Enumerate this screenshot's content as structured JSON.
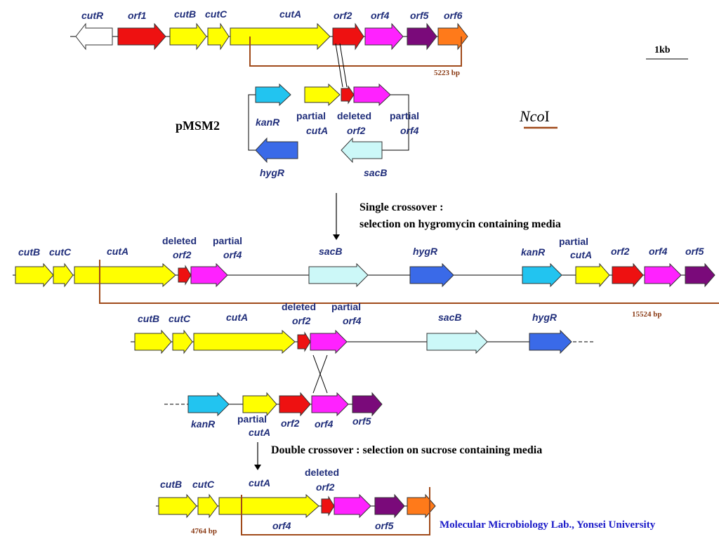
{
  "colors": {
    "cutR": "#ffffff",
    "orf1": "#ee1111",
    "yellow": "#ffff00",
    "orf2": "#ee1111",
    "orf4": "#ff22ff",
    "orf5": "#7a0a7a",
    "orf6": "#ff7a1a",
    "kanR": "#22c4f0",
    "sacB": "#ccf8f8",
    "hygR": "#3a6ae8",
    "bracket": "#a04a1a",
    "label": "#1f2d7a"
  },
  "labels": {
    "cutR": "cutR",
    "orf1": "orf1",
    "cutB": "cutB",
    "cutC": "cutC",
    "cutA": "cutA",
    "orf2": "orf2",
    "orf4": "orf4",
    "orf5": "orf5",
    "orf6": "orf6",
    "kanR": "kanR",
    "hygR": "hygR",
    "sacB": "sacB",
    "partial": "partial",
    "deleted": "deleted"
  },
  "scale_bar": "1kb",
  "plasmid_name": "pMSM2",
  "enzyme": {
    "italic": "Nco",
    "roman": "I"
  },
  "sizes": {
    "wildtype": "5223 bp",
    "single": "15524 bp",
    "final": "4764 bp"
  },
  "steps": {
    "single_line1": "Single crossover :",
    "single_line2": "selection on hygromycin containing media",
    "double": "Double crossover : selection on sucrose containing media"
  },
  "footer": "Molecular Microbiology Lab., Yonsei University"
}
